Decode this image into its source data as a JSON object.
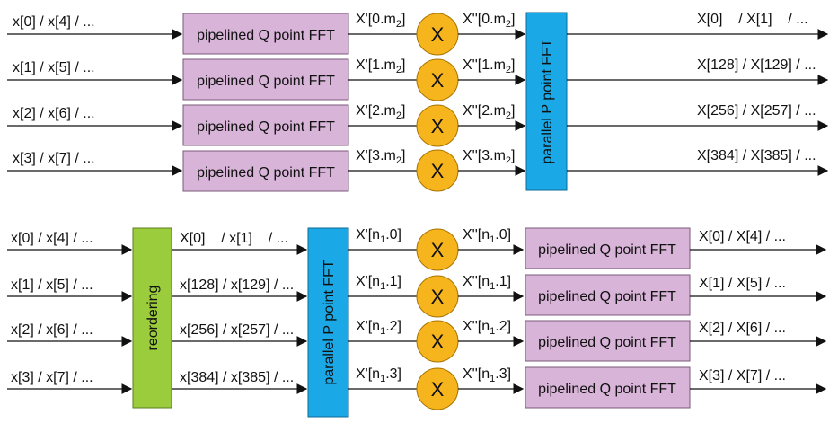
{
  "diagram_top": {
    "inputs": [
      "x[0] / x[4] / ...",
      "x[1] / x[5] / ...",
      "x[2] / x[6] / ...",
      "x[3] / x[7] / ..."
    ],
    "fft_block_label": "pipelined Q point FFT",
    "pre_labels": [
      {
        "main": "X'[0.m",
        "sub": "2",
        "tail": "]"
      },
      {
        "main": "X'[1.m",
        "sub": "2",
        "tail": "]"
      },
      {
        "main": "X'[2.m",
        "sub": "2",
        "tail": "]"
      },
      {
        "main": "X'[3.m",
        "sub": "2",
        "tail": "]"
      }
    ],
    "multiplier_label": "X",
    "post_labels": [
      {
        "main": "X''[0.m",
        "sub": "2",
        "tail": "]"
      },
      {
        "main": "X''[1.m",
        "sub": "2",
        "tail": "]"
      },
      {
        "main": "X''[2.m",
        "sub": "2",
        "tail": "]"
      },
      {
        "main": "X''[3.m",
        "sub": "2",
        "tail": "]"
      }
    ],
    "parallel_label": "parallel P point FFT",
    "outputs": [
      "X[0]    / X[1]    / ...",
      "X[128] / X[129] / ...",
      "X[256] / X[257] / ...",
      "X[384] / X[385] / ..."
    ]
  },
  "diagram_bottom": {
    "inputs": [
      "x[0] / x[4] / ...",
      "x[1] / x[5] / ...",
      "x[2] / x[6] / ...",
      "x[3] / x[7] / ..."
    ],
    "reorder_label": "reordering",
    "reordered": [
      "X[0]    / x[1]    / ...",
      "x[128] / x[129] / ...",
      "x[256] / x[257] / ...",
      "x[384] / x[385] / ..."
    ],
    "parallel_label": "parallel P point FFT",
    "pre_labels": [
      {
        "main": "X'[n",
        "sub": "1",
        "tail": ".0]"
      },
      {
        "main": "X'[n",
        "sub": "1",
        "tail": ".1]"
      },
      {
        "main": "X'[n",
        "sub": "1",
        "tail": ".2]"
      },
      {
        "main": "X'[n",
        "sub": "1",
        "tail": ".3]"
      }
    ],
    "multiplier_label": "X",
    "post_labels": [
      {
        "main": "X''[n",
        "sub": "1",
        "tail": ".0]"
      },
      {
        "main": "X''[n",
        "sub": "1",
        "tail": ".1]"
      },
      {
        "main": "X''[n",
        "sub": "1",
        "tail": ".2]"
      },
      {
        "main": "X''[n",
        "sub": "1",
        "tail": ".3]"
      }
    ],
    "fft_block_label": "pipelined Q point FFT",
    "outputs": [
      "X[0] / X[4] / ...",
      "X[1] / X[5] / ...",
      "X[2] / X[6] / ...",
      "X[3] / X[7] / ..."
    ]
  },
  "colors": {
    "fft_block": "#d8b4d8",
    "parallel_block": "#1aa8e6",
    "reorder_block": "#9bcc3c",
    "multiplier": "#f7b51d",
    "line": "#111111"
  }
}
